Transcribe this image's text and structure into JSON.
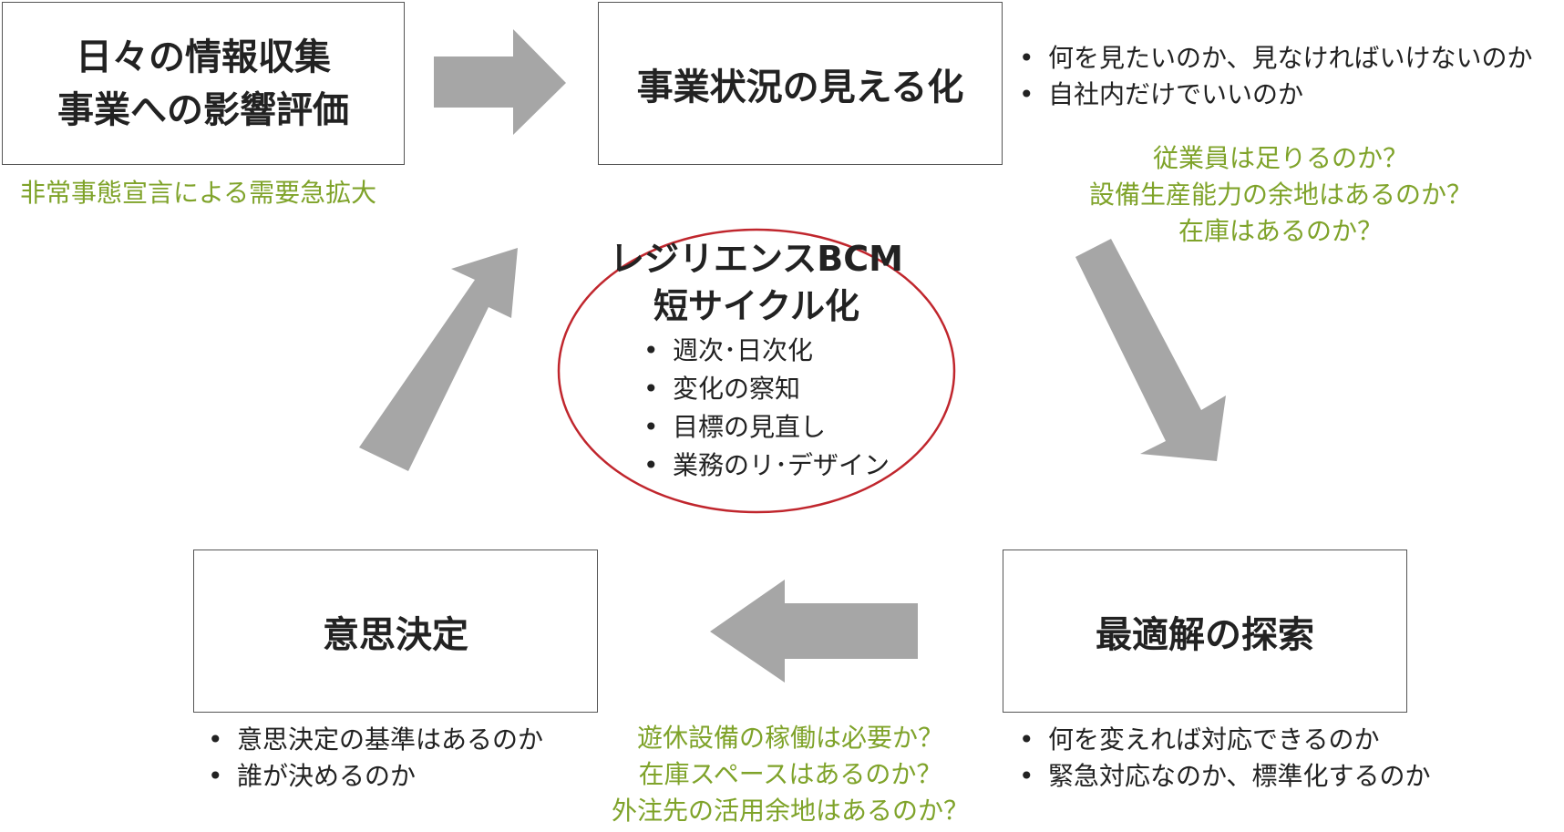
{
  "boxes": {
    "top_left": [
      "日々の情報収集",
      "事業への影響評価"
    ],
    "top_right": "事業状況の見える化",
    "bottom_left": "意思決定",
    "bottom_right": "最適解の探索"
  },
  "center": {
    "title": [
      "レジリエンスBCM",
      "短サイクル化"
    ],
    "items": [
      "週次･日次化",
      "変化の察知",
      "目標の見直し",
      "業務のリ･デザイン"
    ]
  },
  "notes": {
    "top_left_green": "非常事態宣言による需要急拡大",
    "top_right_bullets": [
      "何を見たいのか、見なければいけないのか",
      "自社内だけでいいのか"
    ],
    "right_green": [
      "従業員は足りるのか？",
      "設備生産能力の余地はあるのか？",
      "在庫はあるのか？"
    ],
    "bottom_left_bullets": [
      "意思決定の基準はあるのか",
      "誰が決めるのか"
    ],
    "bottom_center_green": [
      "遊休設備の稼働は必要か？",
      "在庫スペースはあるのか？",
      "外注先の活用余地はあるのか？"
    ],
    "bottom_right_bullets": [
      "何を変えれば対応できるのか",
      "緊急対応なのか、標準化するのか"
    ]
  },
  "colors": {
    "green_text": "#7fa32a",
    "arrow_fill": "#a6a6a6",
    "ellipse_stroke": "#c0262d",
    "box_border": "#555555"
  }
}
